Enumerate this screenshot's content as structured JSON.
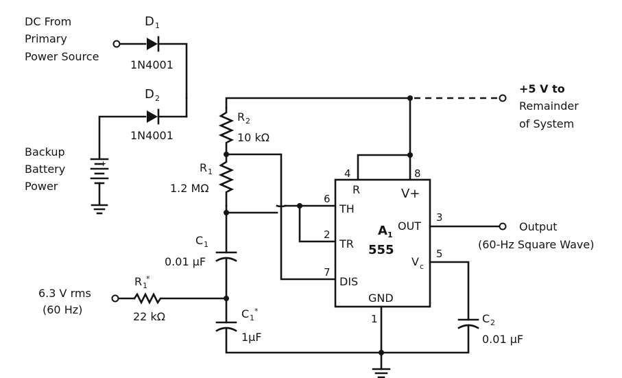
{
  "inputs": {
    "dc_source": [
      "DC From",
      "Primary",
      "Power Source"
    ],
    "battery": [
      "Backup",
      "Battery",
      "Power"
    ],
    "ac_input": [
      "6.3 V rms",
      "(60 Hz)"
    ]
  },
  "outputs": {
    "supply": [
      "+5 V to",
      "Remainder",
      "of System"
    ],
    "output": [
      "Output",
      "(60-Hz Square Wave)"
    ]
  },
  "components": {
    "d1": {
      "name": "D",
      "sub": "1",
      "part": "1N4001"
    },
    "d2": {
      "name": "D",
      "sub": "2",
      "part": "1N4001"
    },
    "r2": {
      "name": "R",
      "sub": "2",
      "value": "10 kΩ"
    },
    "r1": {
      "name": "R",
      "sub": "1",
      "value": "1.2 MΩ"
    },
    "c1": {
      "name": "C",
      "sub": "1",
      "value": "0.01 μF"
    },
    "r1s": {
      "name": "R",
      "sub": "1",
      "star": "*",
      "value": "22 kΩ"
    },
    "c1s": {
      "name": "C",
      "sub": "1",
      "star": "*",
      "value": "1μF"
    },
    "c2": {
      "name": "C",
      "sub": "2",
      "value": "0.01 μF"
    }
  },
  "ic": {
    "name": "A",
    "sub": "1",
    "part": "555",
    "pins": {
      "reset": {
        "num": "4",
        "label": "R"
      },
      "vplus": {
        "num": "8",
        "label": "V+"
      },
      "th": {
        "num": "6",
        "label": "TH"
      },
      "tr": {
        "num": "2",
        "label": "TR"
      },
      "dis": {
        "num": "7",
        "label": "DIS"
      },
      "out": {
        "num": "3",
        "label": "OUT"
      },
      "vc": {
        "num": "5",
        "label": "V",
        "sub": "c"
      },
      "gnd": {
        "num": "1",
        "label": "GND"
      }
    }
  },
  "battery_polarity": "+"
}
